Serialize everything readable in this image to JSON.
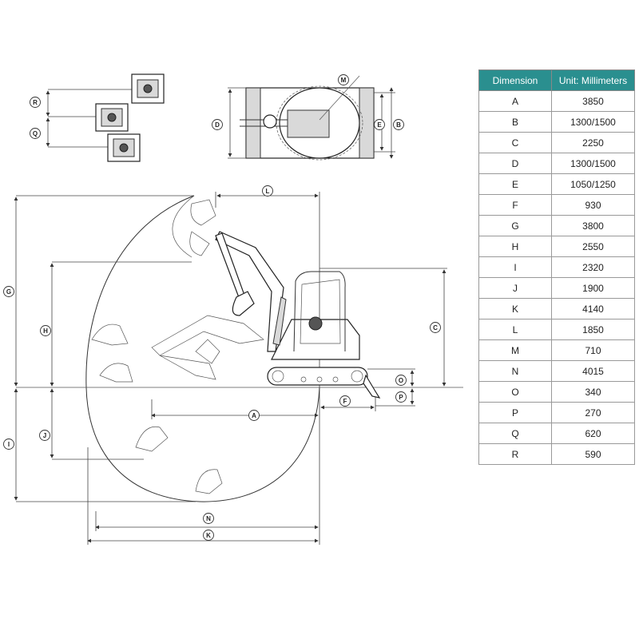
{
  "table": {
    "headers": [
      "Dimension",
      "Unit: Millimeters"
    ],
    "rows": [
      [
        "A",
        "3850"
      ],
      [
        "B",
        "1300/1500"
      ],
      [
        "C",
        "2250"
      ],
      [
        "D",
        "1300/1500"
      ],
      [
        "E",
        "1050/1250"
      ],
      [
        "F",
        "930"
      ],
      [
        "G",
        "3800"
      ],
      [
        "H",
        "2550"
      ],
      [
        "I",
        "2320"
      ],
      [
        "J",
        "1900"
      ],
      [
        "K",
        "4140"
      ],
      [
        "L",
        "1850"
      ],
      [
        "M",
        "710"
      ],
      [
        "N",
        "4015"
      ],
      [
        "O",
        "340"
      ],
      [
        "P",
        "270"
      ],
      [
        "Q",
        "620"
      ],
      [
        "R",
        "590"
      ]
    ]
  },
  "labels": {
    "a": "A",
    "b": "B",
    "c": "C",
    "d": "D",
    "e": "E",
    "f": "F",
    "g": "G",
    "h": "H",
    "i": "I",
    "j": "J",
    "k": "K",
    "l": "L",
    "m": "M",
    "n": "N",
    "o": "O",
    "p": "P",
    "q": "Q",
    "r": "R"
  }
}
